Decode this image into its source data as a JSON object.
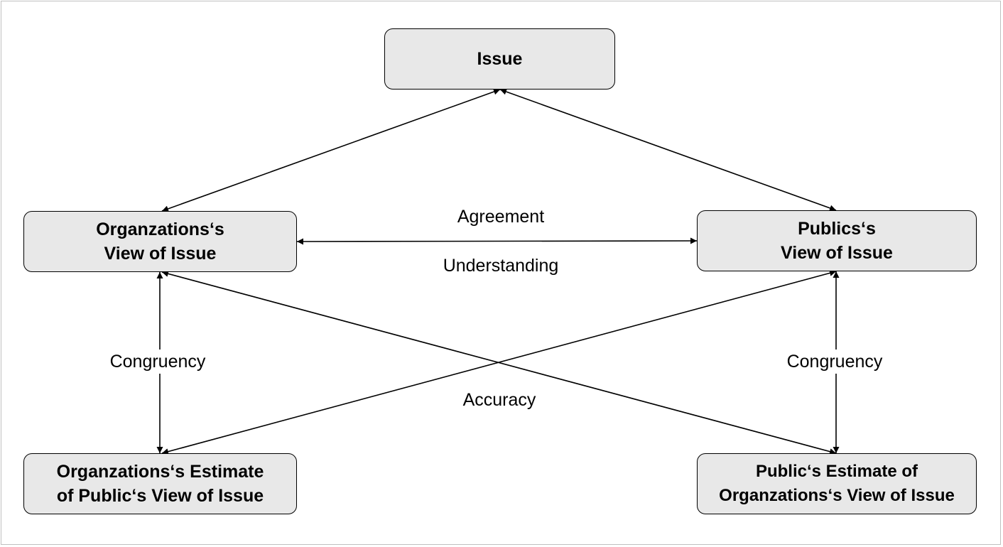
{
  "nodes": {
    "issue": {
      "lines": [
        "Issue"
      ]
    },
    "org_view": {
      "lines": [
        "Organzations‘s",
        "View of Issue"
      ]
    },
    "pub_view": {
      "lines": [
        "Publics‘s",
        "View of Issue"
      ]
    },
    "org_estimate": {
      "lines": [
        "Organzations‘s Estimate",
        "of Public‘s View of Issue"
      ]
    },
    "pub_estimate": {
      "lines": [
        "Public‘s Estimate of",
        "Organzations‘s View of Issue"
      ]
    }
  },
  "labels": {
    "agreement": "Agreement",
    "understanding": "Understanding",
    "congruency_left": "Congruency",
    "congruency_right": "Congruency",
    "accuracy": "Accuracy"
  },
  "colors": {
    "node_fill": "#e8e8e8",
    "stroke": "#000000",
    "frame": "#bfbfbf"
  }
}
